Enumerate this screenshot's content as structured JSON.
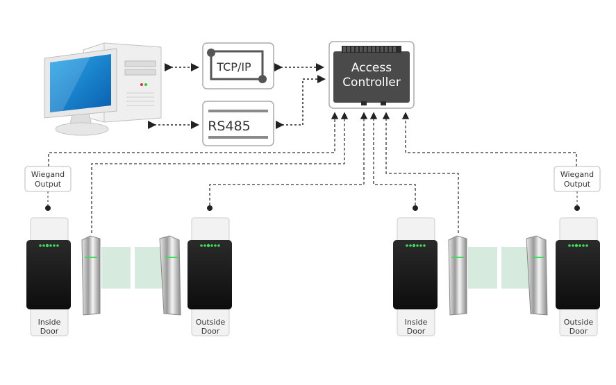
{
  "network": {
    "tcpip_label": "TCP/IP",
    "rs485_label": "RS485",
    "controller_line1": "Access",
    "controller_line2": "Controller"
  },
  "left_group": {
    "wiegand_line1": "Wiegand",
    "wiegand_line2": "Output",
    "inside_line1": "Inside",
    "inside_line2": "Door",
    "outside_line1": "Outside",
    "outside_line2": "Door"
  },
  "right_group": {
    "wiegand_line1": "Wiegand",
    "wiegand_line2": "Output",
    "inside_line1": "Inside",
    "inside_line2": "Door",
    "outside_line1": "Outside",
    "outside_line2": "Door"
  },
  "colors": {
    "controller_fill": "#4a4a4a",
    "led_green": "#3ddc5a",
    "glass": "#cfe8d8",
    "line": "#333333"
  }
}
